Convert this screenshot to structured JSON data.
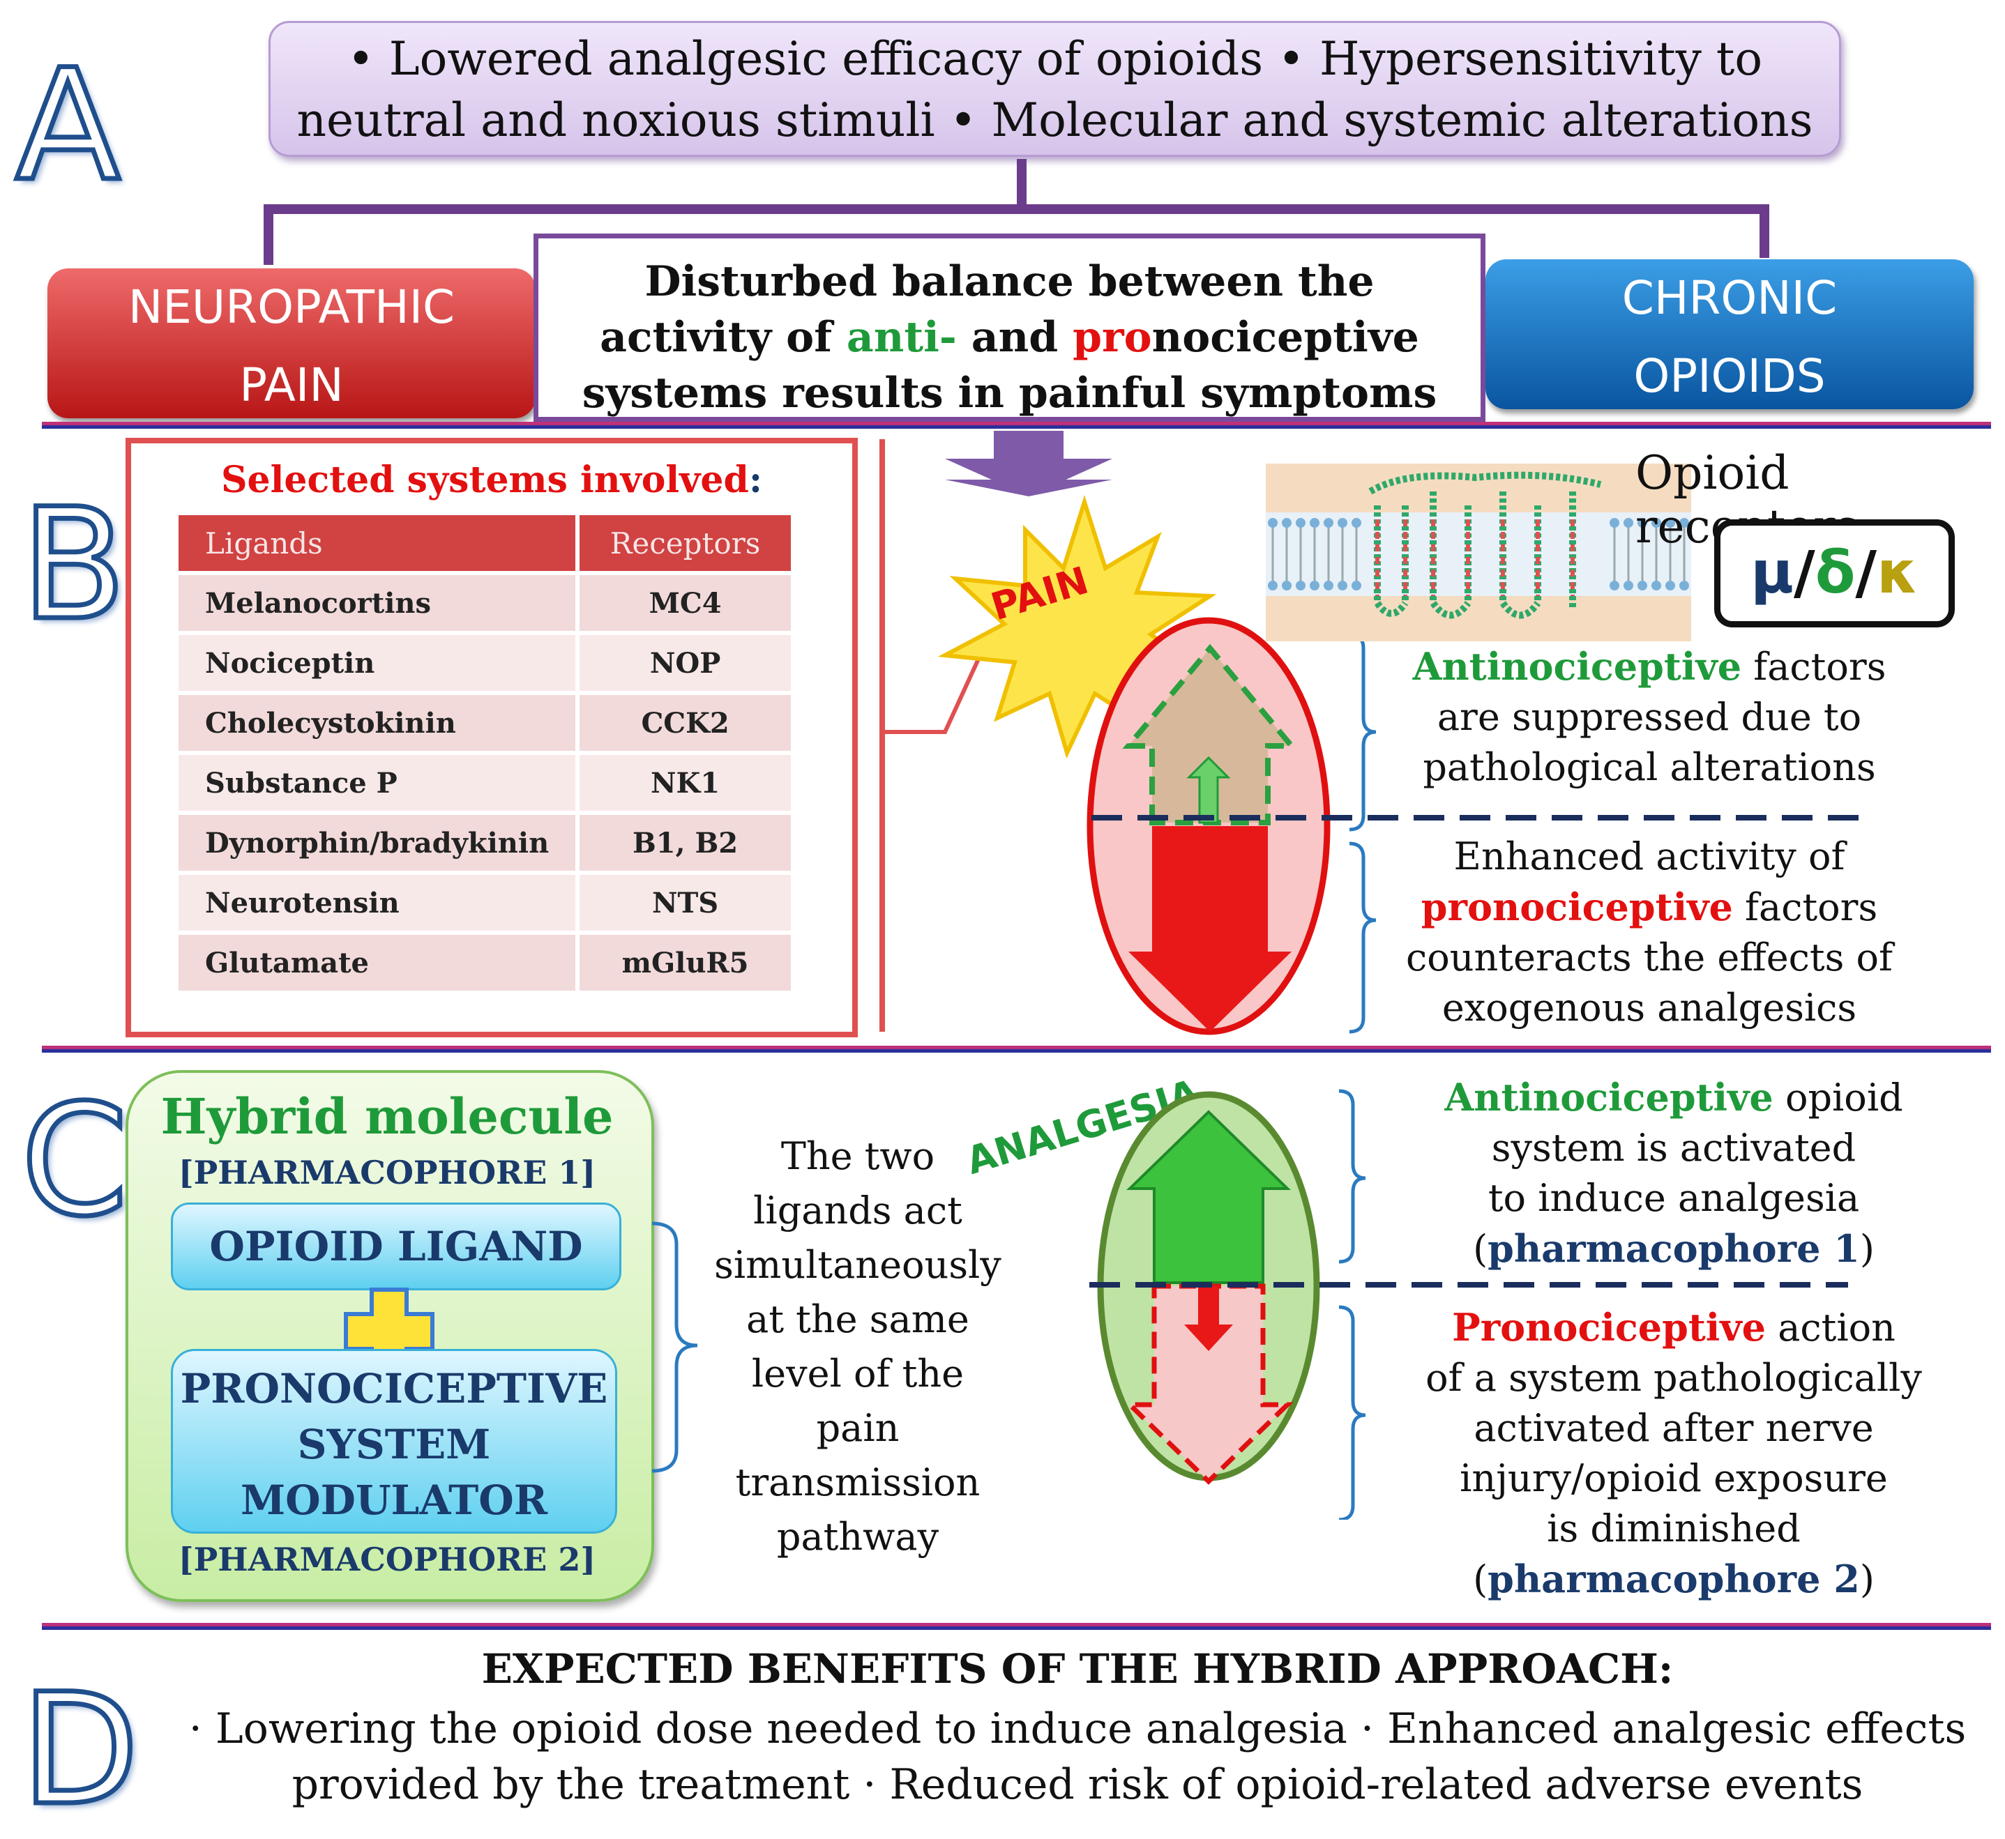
{
  "sections": {
    "a": "A",
    "b": "B",
    "c": "C",
    "d": "D"
  },
  "panel_a": {
    "effects_line1": "• Lowered analgesic efficacy of opioids • Hypersensitivity to",
    "effects_line2": "neutral and noxious stimuli • Molecular and systemic alterations",
    "neuropathic_line1": "NEUROPATHIC",
    "neuropathic_line2": "PAIN",
    "chronic_line1": "CHRONIC",
    "chronic_line2": "OPIOIDS",
    "center_l1": "Disturbed balance between the",
    "center_l2_a": "activity of ",
    "center_l2_anti": "anti-",
    "center_l2_b": " and ",
    "center_l2_pro": "pro",
    "center_l2_c": "nociceptive",
    "center_l3": "systems results in painful symptoms"
  },
  "panel_b": {
    "table_title": "Selected systems involved",
    "table_title_colon": ":",
    "headers": [
      "Ligands",
      "Receptors"
    ],
    "rows": [
      [
        "Melanocortins",
        "MC4"
      ],
      [
        "Nociceptin",
        "NOP"
      ],
      [
        "Cholecystokinin",
        "CCK2"
      ],
      [
        "Substance P",
        "NK1"
      ],
      [
        "Dynorphin/bradykinin",
        "B1, B2"
      ],
      [
        "Neurotensin",
        "NTS"
      ],
      [
        "Glutamate",
        "mGluR5"
      ]
    ],
    "pain_label": "PAIN",
    "receptors_title": "Opioid receptors",
    "receptor_mu": "μ",
    "receptor_slash1": "/",
    "receptor_delta": "δ",
    "receptor_slash2": "/",
    "receptor_kappa": "κ",
    "anti_word": "Antinociceptive",
    "anti_l1_rest": " factors",
    "anti_l2": "are suppressed due to",
    "anti_l3": "pathological alterations",
    "pro_l1": "Enhanced activity of",
    "pro_word": "pronociceptive",
    "pro_l2_rest": " factors",
    "pro_l3": "counteracts the effects of",
    "pro_l4": "exogenous analgesics"
  },
  "panel_c": {
    "hybrid_title": "Hybrid molecule",
    "pharm1_label": "[PHARMACOPHORE 1]",
    "opioid_ligand": "OPIOID LIGAND",
    "pro_mod_l1": "PRONOCICEPTIVE",
    "pro_mod_l2": "SYSTEM",
    "pro_mod_l3": "MODULATOR",
    "pharm2_label": "[PHARMACOPHORE 2]",
    "mid_l1": "The two",
    "mid_l2": "ligands act",
    "mid_l3": "simultaneously",
    "mid_l4": "at the same",
    "mid_l5": "level of the",
    "mid_l6": "pain transmission",
    "mid_l7": "pathway",
    "analgesia_label": "ANALGESIA",
    "anti_word": "Antinociceptive",
    "anti_l1_rest": " opioid",
    "anti_l2": "system is activated",
    "anti_l3": "to induce analgesia",
    "anti_l4_open": "(",
    "anti_l4_bold": "pharmacophore 1",
    "anti_l4_close": ")",
    "pro_word": "Pronociceptive",
    "pro_l1_rest": " action",
    "pro_l2": "of a system pathologically",
    "pro_l3": "activated after nerve",
    "pro_l4": "injury/opioid exposure",
    "pro_l5": "is diminished",
    "pro_l6_open": "(",
    "pro_l6_bold": "pharmacophore 2",
    "pro_l6_close": ")"
  },
  "panel_d": {
    "title": "EXPECTED BENEFITS OF THE HYBRID APPROACH:",
    "line1": "· Lowering the opioid dose needed to induce analgesia · Enhanced analgesic effects",
    "line2": "provided by the treatment · Reduced risk of opioid-related adverse events"
  },
  "colors": {
    "green": "#1f9a3a",
    "red": "#e31010",
    "navy": "#1a3a6b",
    "purple": "#6b3c8c",
    "section_letter_stroke": "#1f4e8c"
  }
}
